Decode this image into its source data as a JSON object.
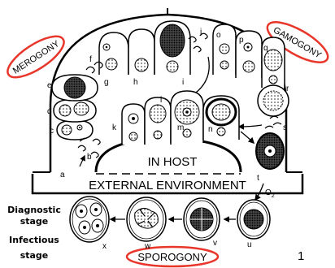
{
  "stages": {
    "merogony": "MEROGONY",
    "gamogony": "GAMOGONY",
    "sporogony": "SPOROGONY"
  },
  "environment": {
    "host": "IN HOST",
    "external": "EXTERNAL ENVIRONMENT"
  },
  "side_labels": {
    "diagnostic_line1": "Diagnostic",
    "diagnostic_line2": "stage",
    "infectious_line1": "Infectious",
    "infectious_line2": "stage"
  },
  "oxygen_label": "O",
  "oxygen_subscript": "2",
  "page_number": "1",
  "letters": {
    "a": "a",
    "b": "b",
    "c": "c",
    "d": "d",
    "e": "e",
    "f": "f",
    "g": "g",
    "h": "h",
    "i": "i",
    "j": "j",
    "k": "k",
    "l": "l",
    "m": "m",
    "n": "n",
    "o": "o",
    "p": "p",
    "q": "q",
    "r": "r",
    "s": "s",
    "t": "t",
    "u": "u",
    "v": "v",
    "w": "w",
    "x": "x"
  },
  "colors": {
    "ellipse_outline": "#e8362b",
    "ink": "#000000"
  }
}
